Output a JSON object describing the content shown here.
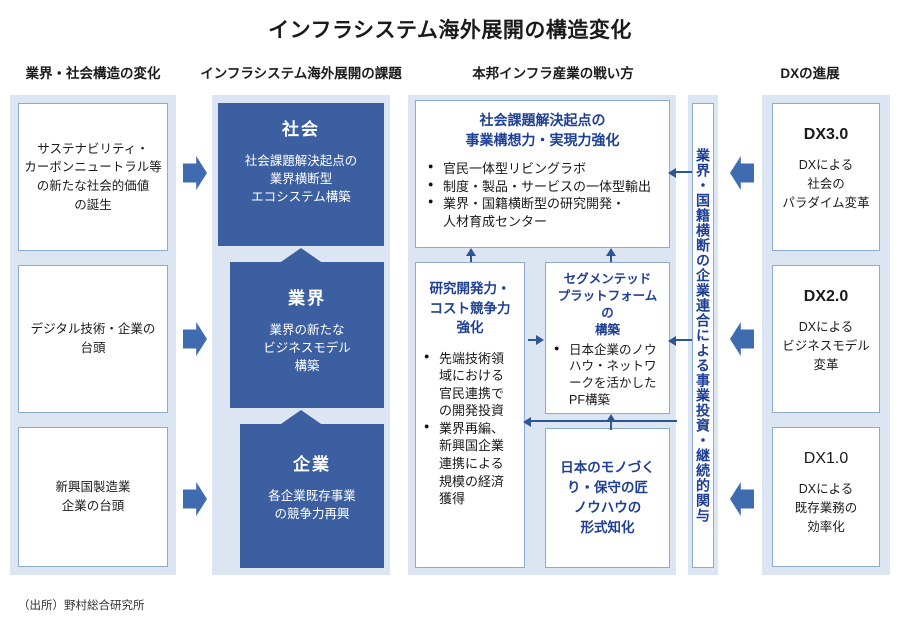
{
  "title": "インフラシステム海外展開の構造変化",
  "source": "（出所）野村総合研究所",
  "colors": {
    "dark_blue": "#3c5fa1",
    "arrow_blue": "#3f6bb0",
    "panel_blue": "#dce6f2",
    "navy_text": "#1f3f94",
    "box_border": "#8ea9ce"
  },
  "column_headers": [
    {
      "label": "業界・社会構造の変化"
    },
    {
      "label": "インフラシステム海外展開の課題"
    },
    {
      "label": "本邦インフラ産業の戦い方"
    },
    {
      "label": "DXの進展"
    }
  ],
  "left_column": {
    "items": [
      {
        "text": "サステナビリティ・\nカーボンニュートラル等\nの新たな社会的価値\nの誕生"
      },
      {
        "text": "デジタル技術・企業の\n台頭"
      },
      {
        "text": "新興国製造業\n企業の台頭"
      }
    ],
    "arrow_icon": "chevron-right-icon"
  },
  "pyramid": {
    "levels": [
      {
        "title": "社会",
        "desc": "社会課題解決起点の\n業界横断型\nエコシステム構築"
      },
      {
        "title": "業界",
        "desc": "業界の新たな\nビジネスモデル\n構築"
      },
      {
        "title": "企業",
        "desc": "各企業既存事業\nの競争力再興"
      }
    ],
    "arrow_icon": "arrow-up-icon"
  },
  "strategy": {
    "top_box": {
      "title": "社会課題解決起点の\n事業構想力・実現力強化",
      "bullets": [
        "官民一体型リビングラボ",
        "制度・製品・サービスの一体型輸出",
        "業界・国籍横断型の研究開発・\n人材育成センター"
      ]
    },
    "left_box": {
      "title": "研究開発力・\nコスト競争力\n強化",
      "bullets": [
        "先端技術領域における官民連携での開発投資",
        "業界再編、新興国企業連携による規模の経済獲得"
      ]
    },
    "mid_box": {
      "title": "セグメンテッド\nプラットフォームの\n構築",
      "bullets": [
        "日本企業のノウハウ・ネットワークを活かしたPF構築"
      ]
    },
    "bottom_box": {
      "title": "日本のモノづく\nり・保守の匠\nノウハウの\n形式知化"
    }
  },
  "vertical_band": {
    "text": "業界・国籍横断の企業連合による事業投資・継続的関与"
  },
  "dx_column": {
    "items": [
      {
        "title": "DX3.0",
        "desc": "DXによる\n社会の\nパラダイム変革",
        "bold_title": true
      },
      {
        "title": "DX2.0",
        "desc": "DXによる\nビジネスモデル\n変革",
        "bold_title": true
      },
      {
        "title": "DX1.0",
        "desc": "DXによる\n既存業務の\n効率化",
        "bold_title": false
      }
    ],
    "arrow_icon": "chevron-left-icon"
  }
}
